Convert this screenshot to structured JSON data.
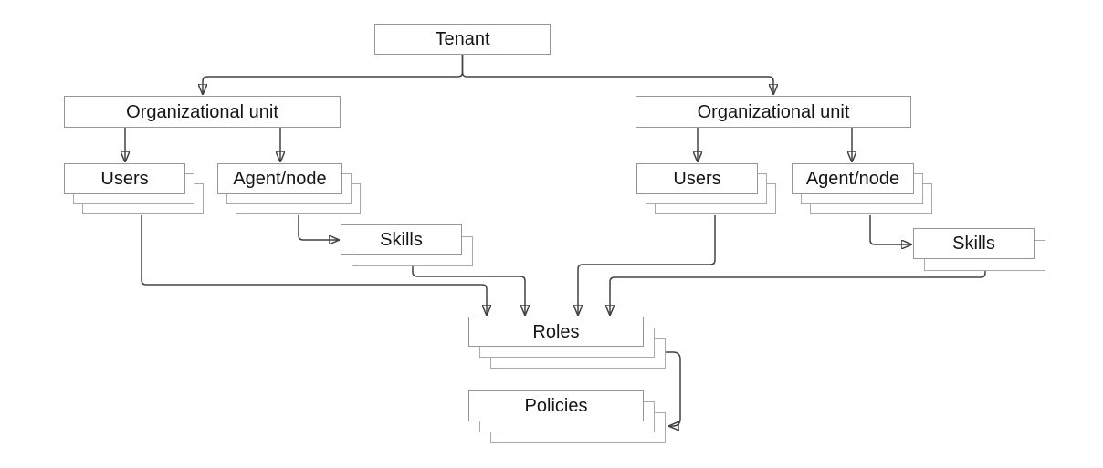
{
  "nodes": {
    "tenant": {
      "label": "Tenant",
      "stack_layers": 1
    },
    "ou_left": {
      "label": "Organizational unit",
      "stack_layers": 1
    },
    "ou_right": {
      "label": "Organizational unit",
      "stack_layers": 1
    },
    "users_left": {
      "label": "Users",
      "stack_layers": 3
    },
    "agent_left": {
      "label": "Agent/node",
      "stack_layers": 3
    },
    "skills_left": {
      "label": "Skills",
      "stack_layers": 2
    },
    "users_right": {
      "label": "Users",
      "stack_layers": 3
    },
    "agent_right": {
      "label": "Agent/node",
      "stack_layers": 3
    },
    "skills_right": {
      "label": "Skills",
      "stack_layers": 2
    },
    "roles": {
      "label": "Roles",
      "stack_layers": 3
    },
    "policies": {
      "label": "Policies",
      "stack_layers": 3
    }
  },
  "edges": [
    {
      "from": "tenant",
      "to": "ou_left"
    },
    {
      "from": "tenant",
      "to": "ou_right"
    },
    {
      "from": "ou_left",
      "to": "users_left"
    },
    {
      "from": "ou_left",
      "to": "agent_left"
    },
    {
      "from": "agent_left",
      "to": "skills_left"
    },
    {
      "from": "ou_right",
      "to": "users_right"
    },
    {
      "from": "ou_right",
      "to": "agent_right"
    },
    {
      "from": "agent_right",
      "to": "skills_right"
    },
    {
      "from": "users_left",
      "to": "roles"
    },
    {
      "from": "skills_left",
      "to": "roles"
    },
    {
      "from": "users_right",
      "to": "roles"
    },
    {
      "from": "skills_right",
      "to": "roles"
    },
    {
      "from": "roles",
      "to": "policies"
    }
  ],
  "colors": {
    "background": "#ffffff",
    "box_fill": "#ffffff",
    "box_border": "#969696",
    "stack_layer_border": "#a9a9a9",
    "connector": "#424242",
    "text": "#141414"
  }
}
